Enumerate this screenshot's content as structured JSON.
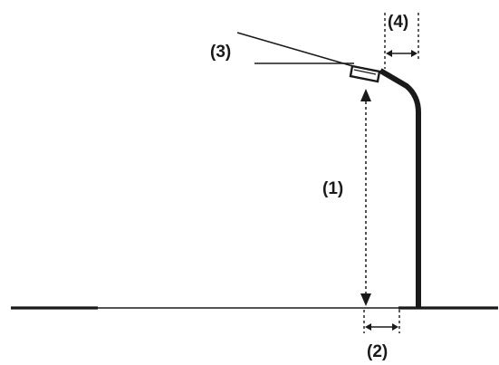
{
  "labels": {
    "mounting_height": "(1)",
    "setback": "(2)",
    "tilt_angle": "(3)",
    "overhang": "(4)"
  },
  "colors": {
    "ink": "#1a1a1a",
    "luminaire_fill": "#ffffff"
  }
}
